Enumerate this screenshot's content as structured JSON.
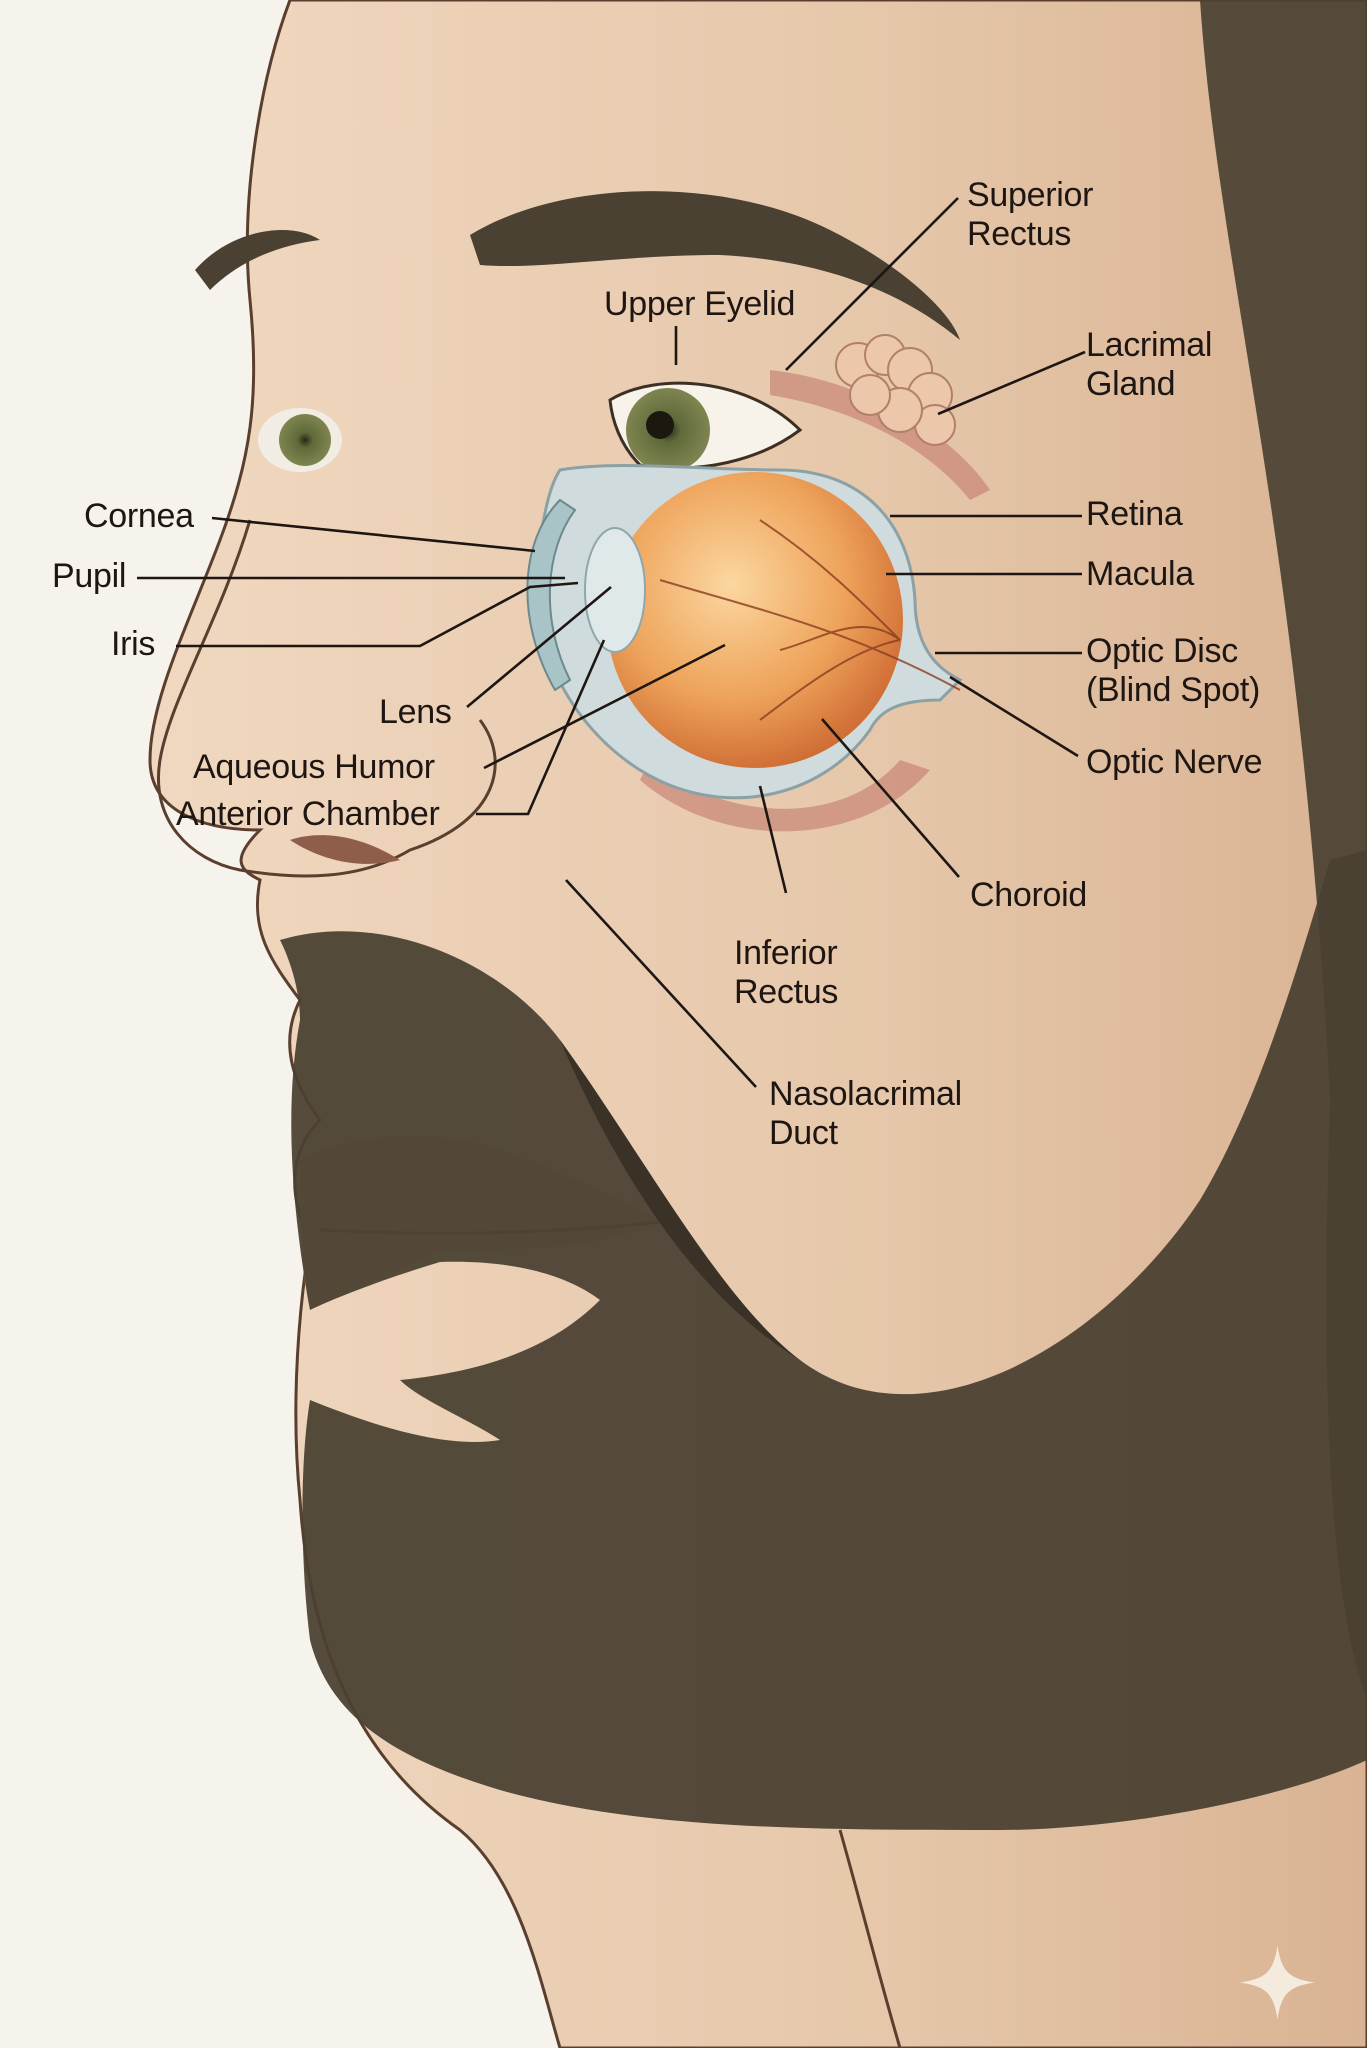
{
  "diagram": {
    "subject": "Anatomy of the human eye — side profile of a bearded man with cutaway eyeball",
    "colors": {
      "background": "#f6f2ec",
      "skin": "#e9cdb2",
      "hair": "#4a4132",
      "eyeball": "#e8913f",
      "sclera": "#c9d6da",
      "lens": "#dfe9ea",
      "label_text": "#1e1612",
      "leader_line": "#1e1612"
    },
    "labels": {
      "superior_rectus": [
        "Superior",
        "Rectus"
      ],
      "upper_eyelid": "Upper Eyelid",
      "lacrimal_gland": [
        "Lacrimal",
        "Gland"
      ],
      "cornea": "Cornea",
      "pupil": "Pupil",
      "iris": "Iris",
      "retina": "Retina",
      "macula": "Macula",
      "optic_disc": [
        "Optic Disc",
        "(Blind Spot)"
      ],
      "optic_nerve": "Optic Nerve",
      "lens": "Lens",
      "aqueous_humor": "Aqueous Humor",
      "anterior_chamber": "Anterior Chamber",
      "choroid": "Choroid",
      "inferior_rectus": [
        "Inferior",
        "Rectus"
      ],
      "nasolacrimal_duct": [
        "Nasolacrimal",
        "Duct"
      ]
    },
    "watermark": "sparkle-icon"
  }
}
